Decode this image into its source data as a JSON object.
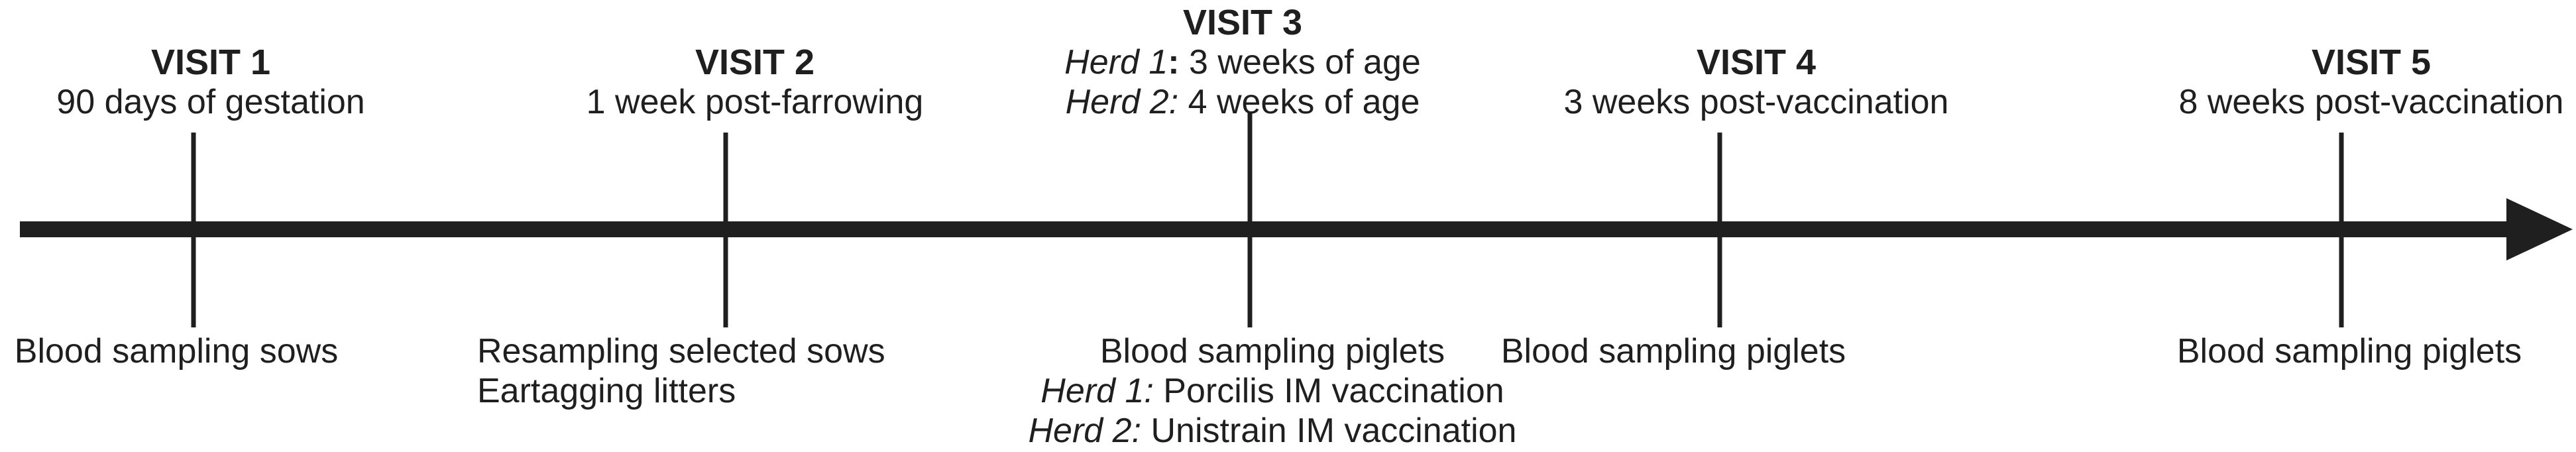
{
  "figure": {
    "type": "study-visit-timeline",
    "background": "#ffffff",
    "ink_color": "#1f1f1f"
  },
  "visits": [
    {
      "title": "VISIT 1",
      "subtitle": "90 days of gestation",
      "below": [
        "Blood sampling sows"
      ]
    },
    {
      "title": "VISIT 2",
      "subtitle": "1 week post-farrowing",
      "below": [
        "Resampling selected sows",
        "Eartagging litters"
      ]
    },
    {
      "title": "VISIT 3",
      "subtitle_herd1": {
        "label": "Herd 1",
        "colon": ":",
        "text": " 3 weeks of age"
      },
      "subtitle_herd2": {
        "label": "Herd 2:",
        "text": " 4 weeks of age"
      },
      "below": [
        "Blood sampling piglets"
      ],
      "below_herd1": {
        "label": "Herd 1:",
        "text": " Porcilis IM vaccination"
      },
      "below_herd2": {
        "label": "Herd 2:",
        "text": " Unistrain IM vaccination"
      }
    },
    {
      "title": "VISIT 4",
      "subtitle": "3 weeks post-vaccination",
      "below": [
        "Blood sampling piglets"
      ]
    },
    {
      "title": "VISIT 5",
      "subtitle": "8 weeks post-vaccination",
      "below": [
        "Blood sampling piglets"
      ]
    }
  ]
}
